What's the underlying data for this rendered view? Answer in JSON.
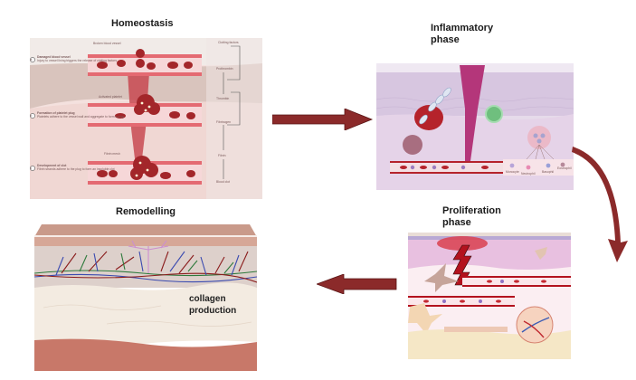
{
  "diagram": {
    "subject": "Wound healing phases",
    "flow_order": [
      "Homeostasis",
      "Inflammatory phase",
      "Proliferation phase",
      "Remodelling"
    ]
  },
  "panels": {
    "homeostasis": {
      "title": "Homeostasis",
      "top_label": "Broken blood vessel",
      "steps": [
        {
          "marker": "a",
          "heading": "Damaged blood vessel",
          "text": "Injury to vessel lining triggers the release of clotting factors"
        },
        {
          "marker": "b",
          "heading": "Formation of platelet plug",
          "text": "Platelets adhere to the vessel wall and aggregate to form a plug"
        },
        {
          "marker": "c",
          "heading": "Development of clot",
          "text": "Fibrin strands adhere to the plug to form an insoluble clot"
        }
      ],
      "inline_labels": {
        "activated_platelet": "Activated platelet",
        "fibrin_mesh": "Fibrin mesh"
      },
      "cascade": [
        "Clotting factors",
        "Prothrombin",
        "Thrombin",
        "Fibrinogen",
        "Fibrin",
        "Blood clot"
      ]
    },
    "inflammatory": {
      "title_line1": "Inflammatory",
      "title_line2": "phase",
      "cell_labels": [
        "Monocyte",
        "Neutrophil",
        "Basophil",
        "Eosinophil"
      ]
    },
    "proliferation": {
      "title_line1": "Proliferation",
      "title_line2": "phase"
    },
    "remodelling": {
      "title": "Remodelling",
      "annotation_line1": "collagen",
      "annotation_line2": "production"
    }
  },
  "arrows": [
    {
      "from": "Homeostasis",
      "to": "Inflammatory phase",
      "direction": "right"
    },
    {
      "from": "Inflammatory phase",
      "to": "Proliferation phase",
      "direction": "curved-down"
    },
    {
      "from": "Proliferation phase",
      "to": "Remodelling",
      "direction": "left"
    }
  ],
  "colors": {
    "arrow": "#8b2a2a",
    "blood": "#a3262a",
    "vessel": "#e46a72",
    "skin_pink": "#f2dcdc",
    "inflamm_purple": "#d9c6e2",
    "collagen": "#f2ece2"
  }
}
